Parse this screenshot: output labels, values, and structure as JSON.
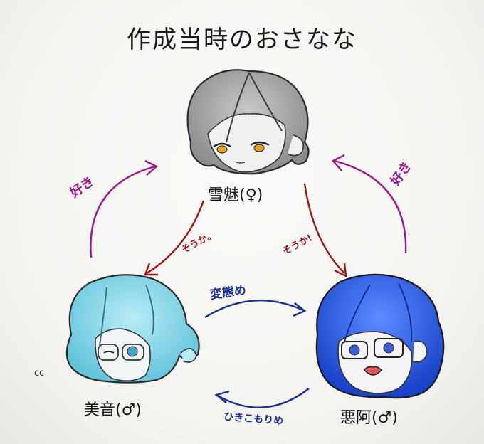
{
  "title": "作成当時のおさなな",
  "characters": {
    "top": {
      "name": "雪魅(♀)"
    },
    "left": {
      "name": "美音(♂)"
    },
    "right": {
      "name": "悪阿(♂)"
    }
  },
  "relations": {
    "left_to_top": "好き",
    "right_to_top": "好き",
    "top_to_left": "そうか。",
    "top_to_right": "そうか!",
    "left_to_right": "変態め",
    "right_to_left": "ひきこもりめ"
  },
  "sfx": "cc",
  "colors": {
    "purple": "#a0158c",
    "red": "#a31212",
    "blue": "#1b2f9a",
    "ink": "#1a1a1a",
    "gray_hair": "#9b9b9b",
    "cyan_hair": "#7fd3e6",
    "blue_hair": "#2a5de8"
  }
}
